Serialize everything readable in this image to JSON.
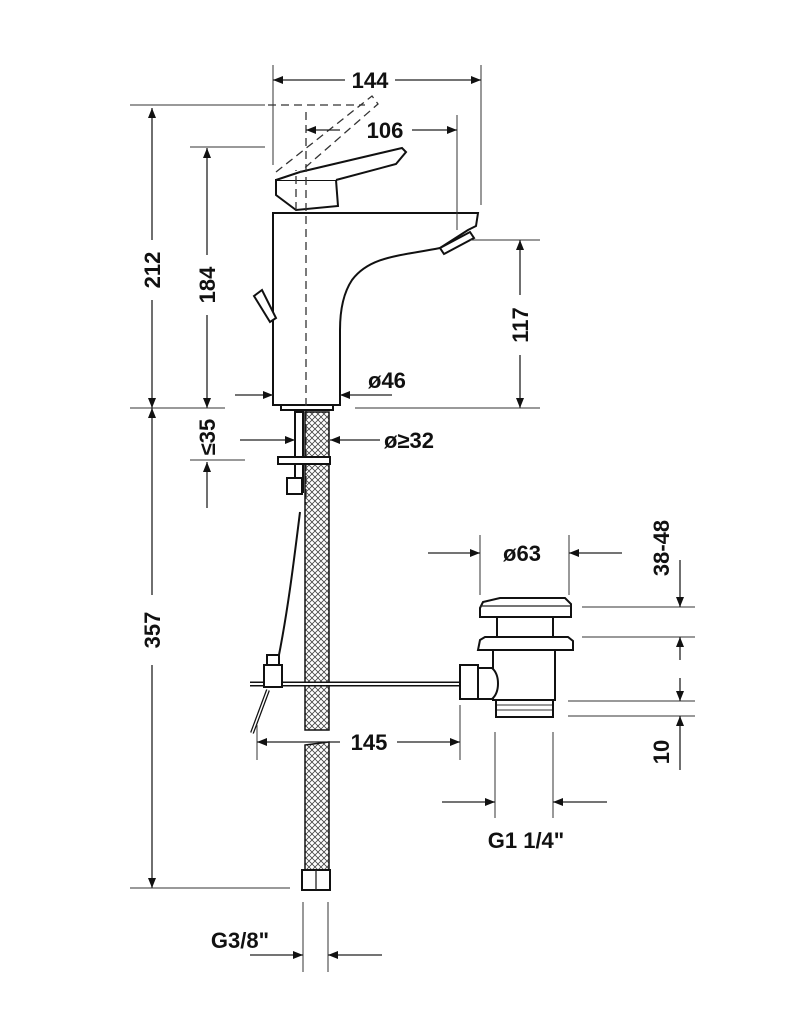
{
  "drawing": {
    "dimensions": {
      "width_total": "144",
      "spout_reach": "106",
      "height_total": "212",
      "height_handle": "184",
      "spout_height": "117",
      "body_diameter": "ø46",
      "hole_diameter": "ø≥32",
      "max_counter_thickness": "≤35",
      "hose_length": "357",
      "drain_diameter": "ø63",
      "drain_height_range": "38-48",
      "drain_thread_length": "10",
      "rod_length": "145",
      "drain_thread": "G1 1/4\"",
      "supply_thread": "G3/8\""
    },
    "line_color": "#111111"
  }
}
